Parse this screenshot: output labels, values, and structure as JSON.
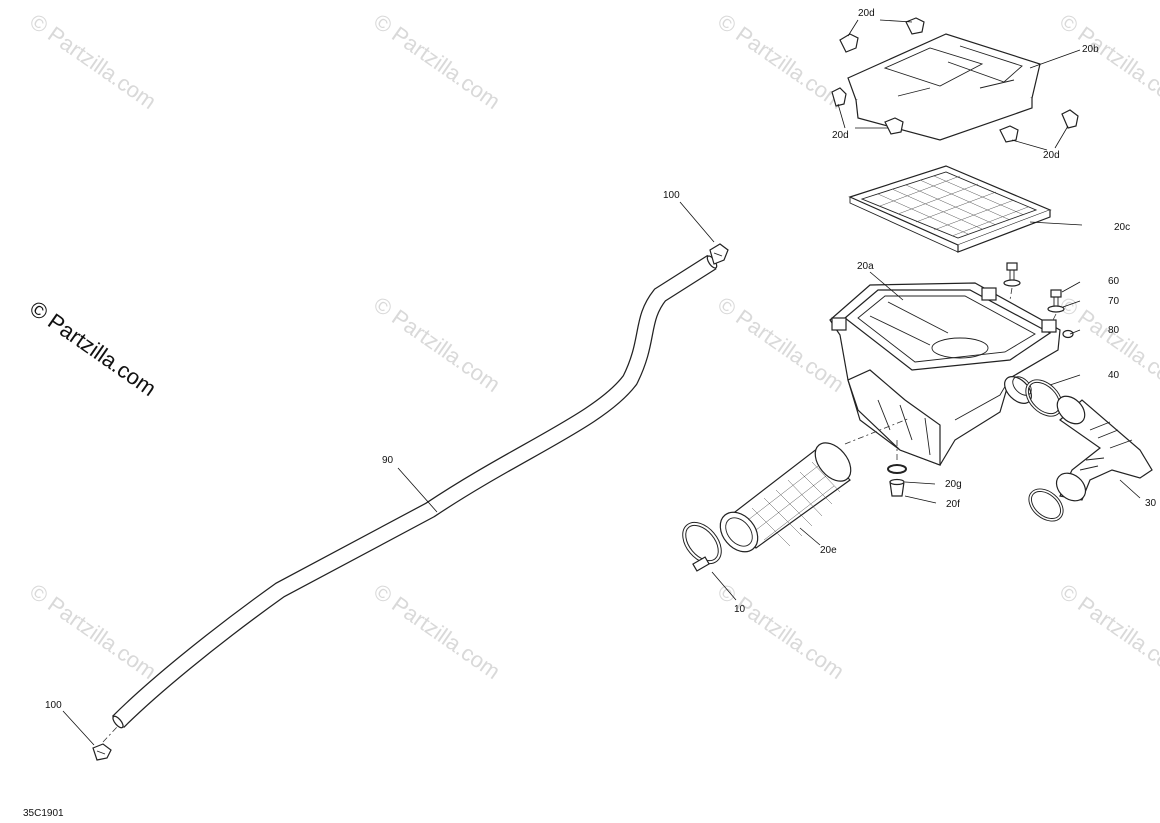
{
  "watermark_text": "© Partzilla.com",
  "copyright_text": "© Partzilla.com",
  "diagram_code": "35C1901",
  "callouts": {
    "c100_top": "100",
    "c100_bottom": "100",
    "c90": "90",
    "c10": "10",
    "c20e": "20e",
    "c20g": "20g",
    "c20f": "20f",
    "c20a": "20a",
    "c60": "60",
    "c70": "70",
    "c80": "80",
    "c40": "40",
    "c30": "30",
    "c20c": "20c",
    "c20b": "20b",
    "c20d_top": "20d",
    "c20d_left": "20d",
    "c20d_right": "20d"
  }
}
